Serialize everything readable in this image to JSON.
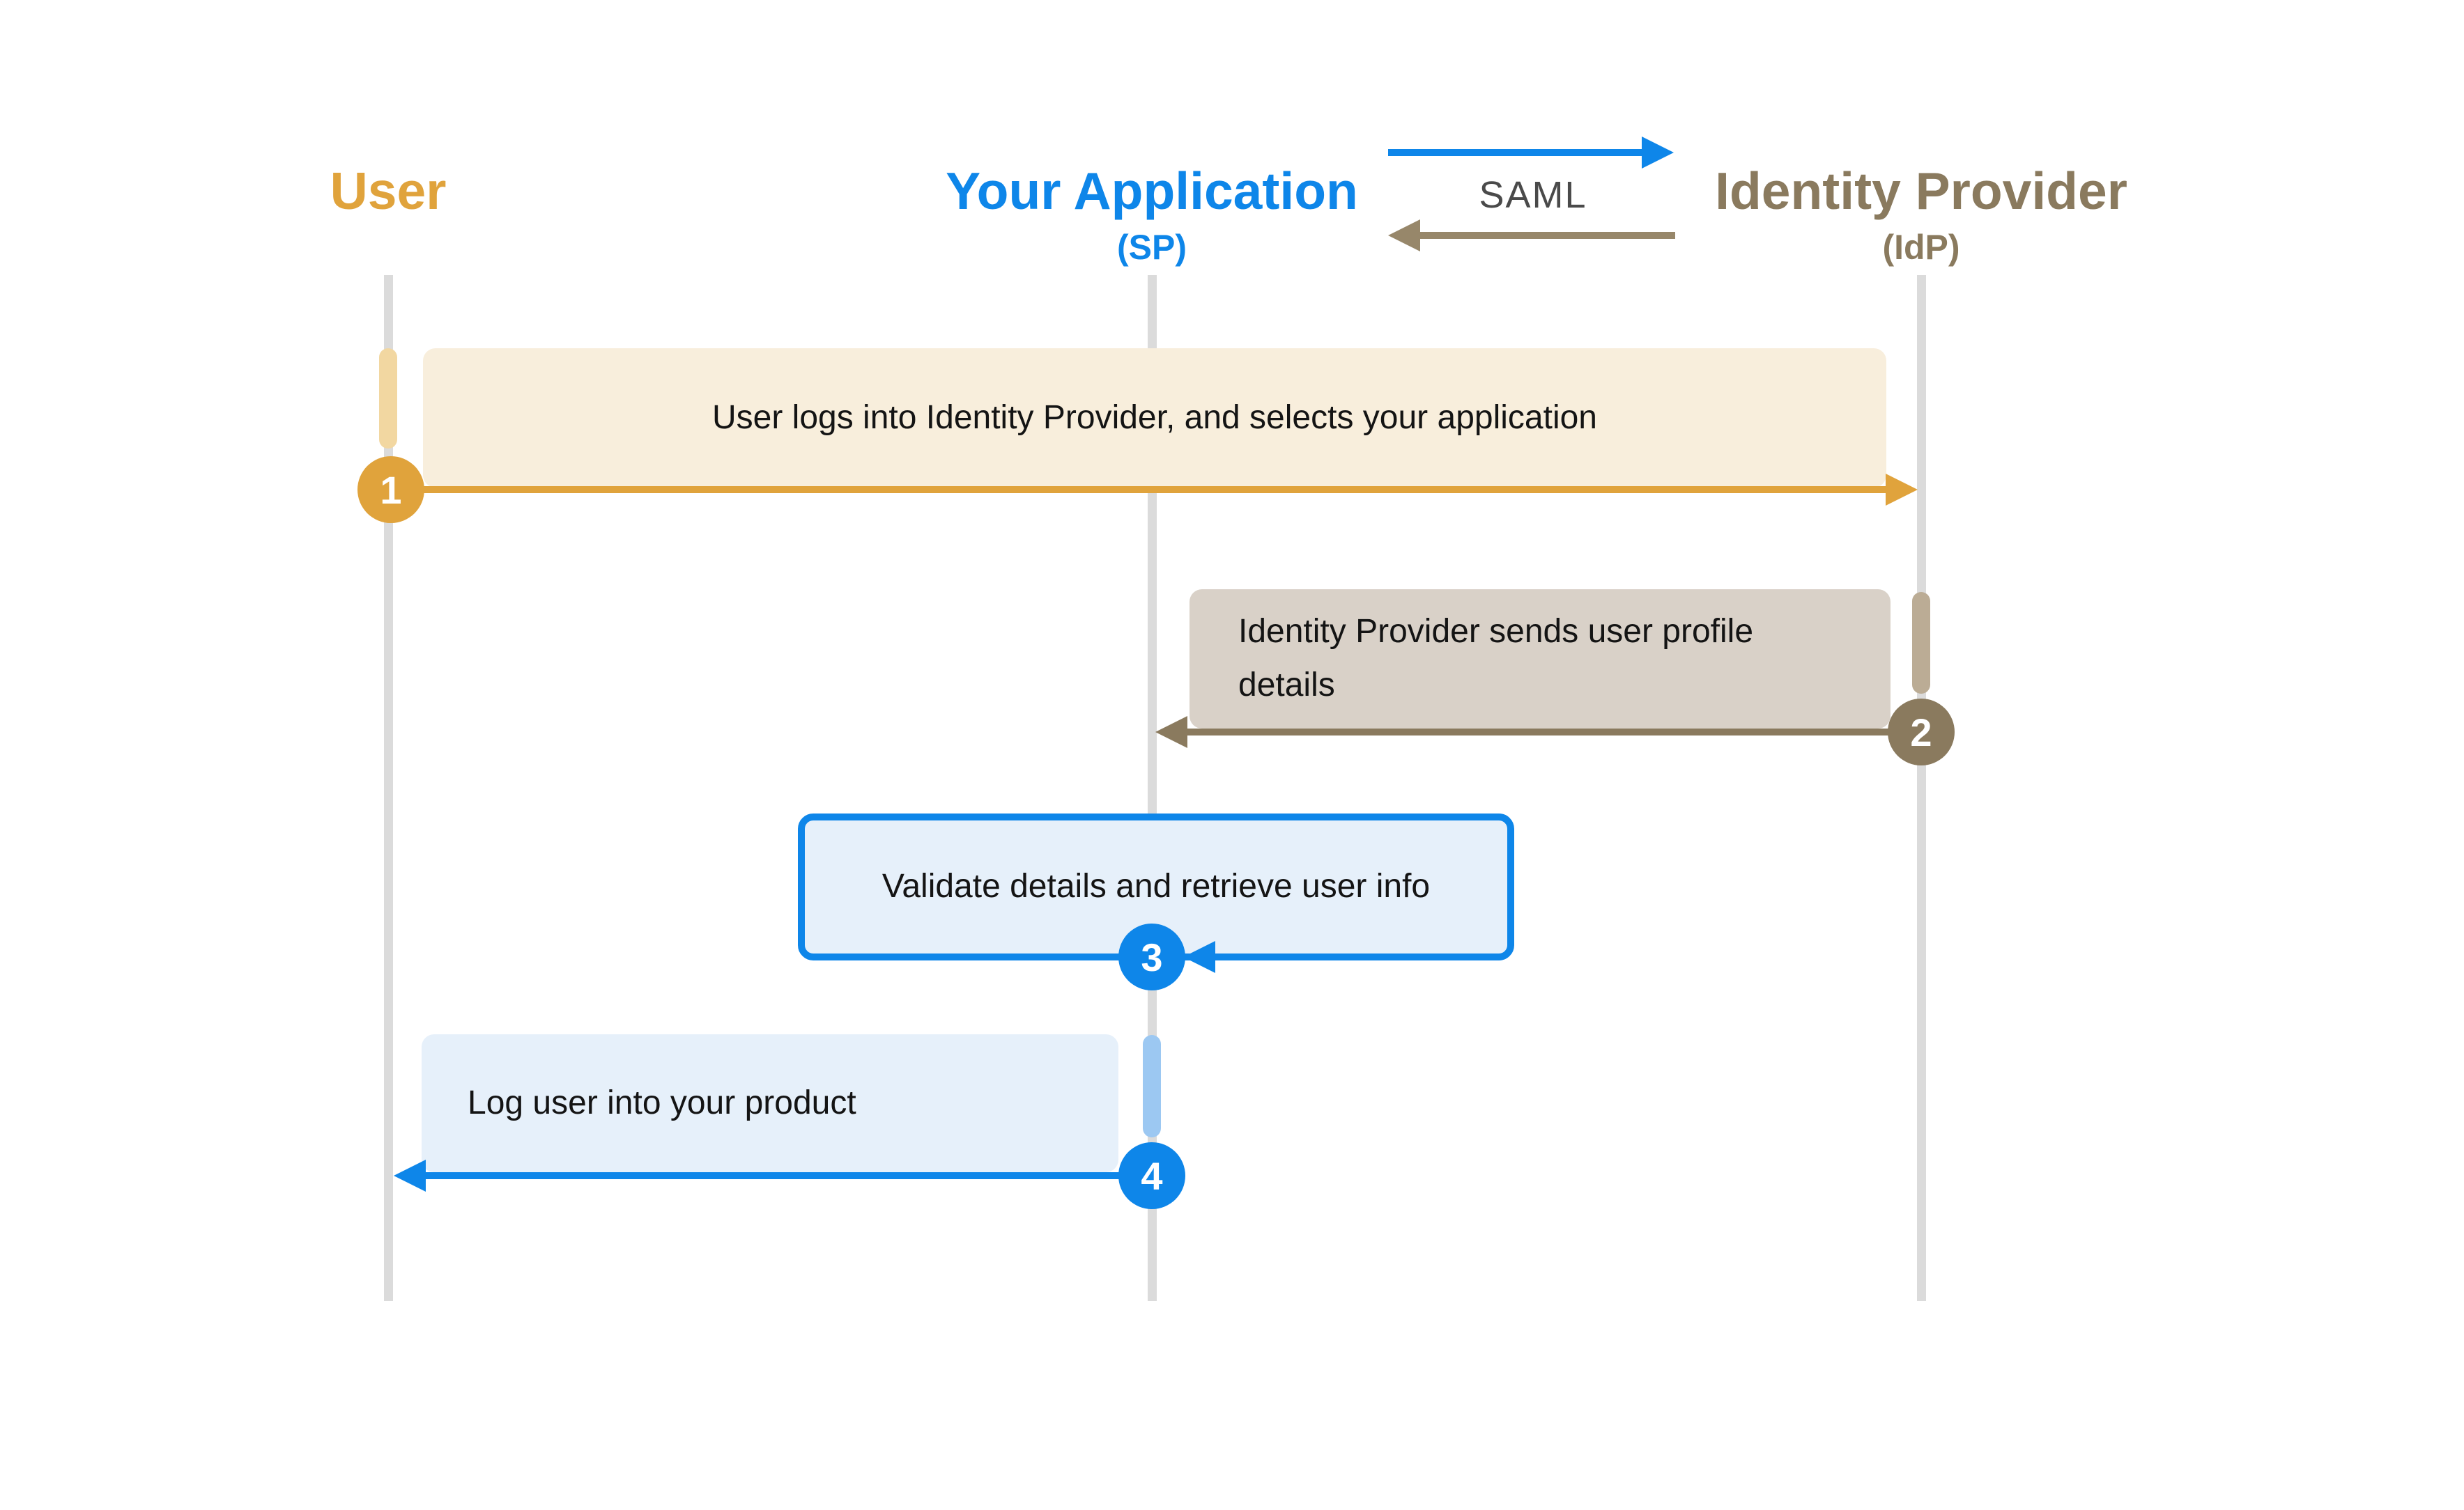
{
  "colors": {
    "orange": "#E0A33C",
    "orange-light": "#F2D7A1",
    "cream": "#F8EEDC",
    "brown": "#8A7A5E",
    "brown-light": "#BBAC95",
    "brown-arrow": "#97876A",
    "taupe": "#D9D1C8",
    "blue": "#0E86E9",
    "blue-light": "#9CC8F2",
    "blue-pale": "#E6F0FA",
    "lifeline": "#DBDBDB",
    "text": "#141414",
    "saml-text": "#4A4A4A",
    "badge-text": "#FFFFFF"
  },
  "actors": [
    {
      "label": "User",
      "sublabel": ""
    },
    {
      "label": "Your Application",
      "sublabel": "(SP)"
    },
    {
      "label": "Identity Provider",
      "sublabel": "(IdP)"
    }
  ],
  "legend": {
    "label": "SAML"
  },
  "steps": [
    {
      "num": "1",
      "text": "User logs into Identity Provider, and selects your application"
    },
    {
      "num": "2",
      "text": "Identity Provider sends user profile details"
    },
    {
      "num": "3",
      "text": "Validate details and retrieve user info"
    },
    {
      "num": "4",
      "text": "Log user into your product"
    }
  ]
}
